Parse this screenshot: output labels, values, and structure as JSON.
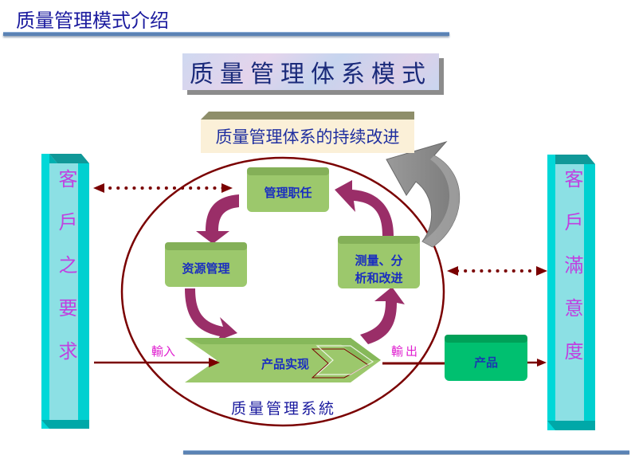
{
  "header": {
    "title": "质量管理模式介绍"
  },
  "diagram": {
    "model_title": "质量管理体系模式",
    "continuous_improvement": "质量管理体系的持续改进",
    "left_pillar": {
      "text": "客戶之要求"
    },
    "right_pillar": {
      "text": "客戶滿意度"
    },
    "process_boxes": {
      "management": "管理职任",
      "resource": "资源管理",
      "measure_line1": "测量、分",
      "measure_line2": "析和改进",
      "product_realization": "产品实现",
      "product": "产品"
    },
    "labels": {
      "input": "輸入",
      "output": "輸出",
      "system": "质量管理系統"
    },
    "colors": {
      "title_blue": "#1a1a9e",
      "pillar_cyan": "#00d8d8",
      "pillar_face": "#88e0e4",
      "pillar_text": "#c040e0",
      "box_green": "#9cc86c",
      "product_green": "#00c070",
      "cycle_arrow": "#9a2e68",
      "ellipse": "#7a0000",
      "improve_arrow": "#8c8c8c"
    }
  }
}
